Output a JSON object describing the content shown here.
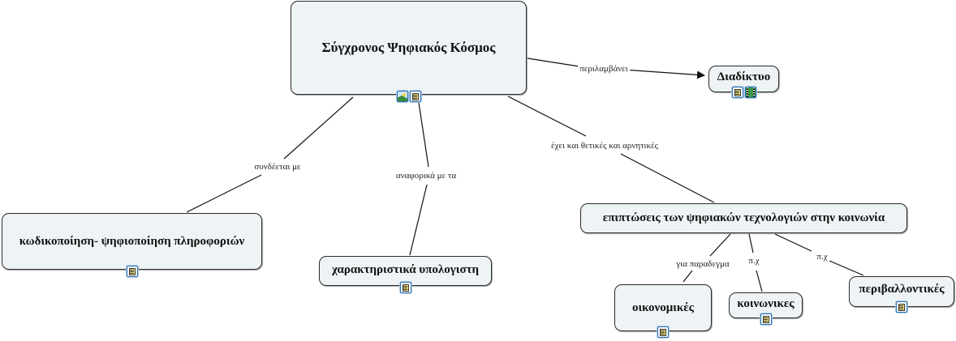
{
  "diagram": {
    "type": "concept-map",
    "nodes": {
      "root": {
        "label": "Σύγχρονος Ψηφιακός Κόσμος",
        "icons": [
          "image-resource-icon",
          "document-resource-icon"
        ]
      },
      "internet": {
        "label": "Διαδίκτυο",
        "icons": [
          "document-resource-icon",
          "video-resource-icon"
        ]
      },
      "encoding": {
        "label": "κωδικοποίηση- ψηφιοποίηση πληροφοριών",
        "icons": [
          "document-resource-icon"
        ]
      },
      "computer": {
        "label": "χαρακτηριστικά υπολογιστη",
        "icons": [
          "document-resource-icon"
        ]
      },
      "impacts": {
        "label": "επιπτώσεις των ψηφιακών τεχνολογιών στην κοινωνία",
        "icons": []
      },
      "economic": {
        "label": "οικονομικές",
        "icons": [
          "document-resource-icon"
        ]
      },
      "social": {
        "label": "κοινωνικες",
        "icons": [
          "document-resource-icon"
        ]
      },
      "environmental": {
        "label": "περιβαλλοντικές",
        "icons": [
          "document-resource-icon"
        ]
      }
    },
    "links": {
      "includes": "περιλαμβάνει",
      "connects": "συνδέεται με",
      "refers": "αναφορικά με τα",
      "has_pos_neg": "έχει και θετικές και αρνητικές",
      "for_example": "για παραδεγμα",
      "eg_social": "π.χ",
      "eg_env": "π.χ"
    },
    "colors": {
      "node_fill": "#eef3f5",
      "node_border": "#2a2a2a",
      "line": "#111111"
    }
  }
}
